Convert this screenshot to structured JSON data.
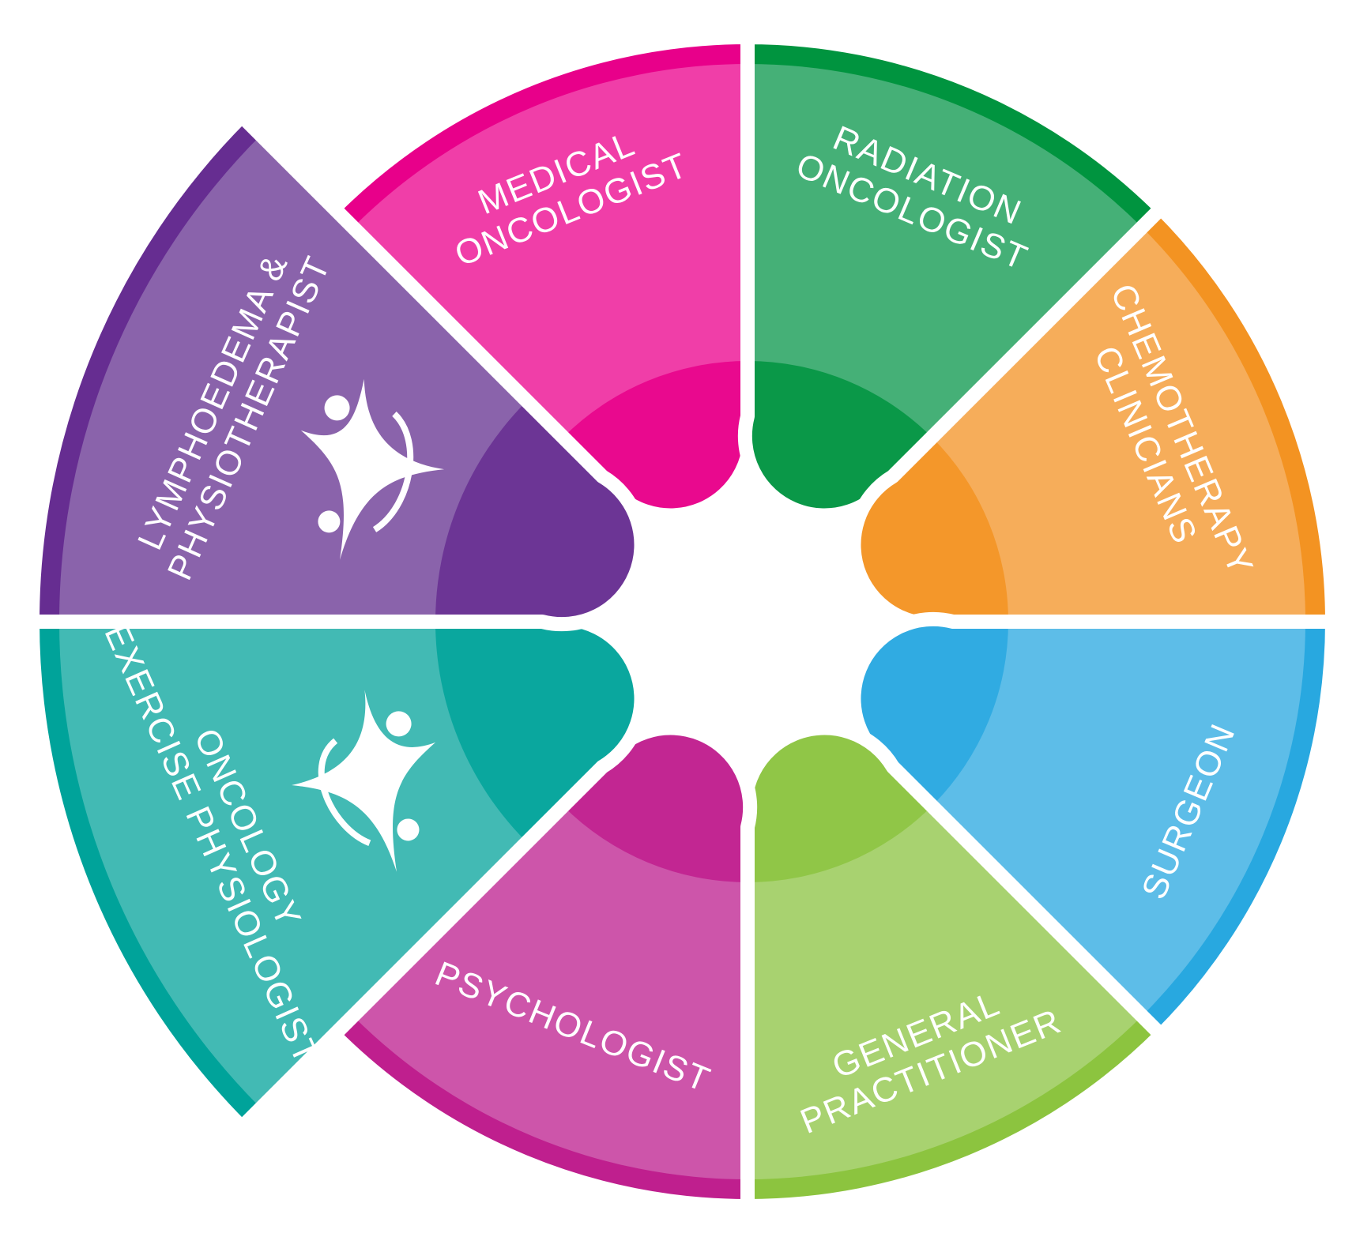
{
  "segments": [
    {
      "id": "medical",
      "lines": [
        "MEDICAL",
        "ONCOLOGIST"
      ],
      "light": "#f03ea8",
      "dark": "#e8008a"
    },
    {
      "id": "radiation",
      "lines": [
        "RADIATION",
        "ONCOLOGIST"
      ],
      "light": "#45b077",
      "dark": "#00943f"
    },
    {
      "id": "chemo",
      "lines": [
        "CHEMOTHERAPY",
        "CLINICIANS"
      ],
      "light": "#f6ad5a",
      "dark": "#f39322"
    },
    {
      "id": "surgeon",
      "lines": [
        "SURGEON"
      ],
      "light": "#5dbde8",
      "dark": "#28a8e0"
    },
    {
      "id": "gp",
      "lines": [
        "GENERAL",
        "PRACTITIONER"
      ],
      "light": "#a8d270",
      "dark": "#8cc43f"
    },
    {
      "id": "psychologist",
      "lines": [
        "PSYCHOLOGIST"
      ],
      "light": "#cd55aa",
      "dark": "#bf1f8e"
    },
    {
      "id": "exercise",
      "lines": [
        "ONCOLOGY",
        "EXERCISE PHYSIOLOGIST"
      ],
      "light": "#42bab4",
      "dark": "#00a39a"
    },
    {
      "id": "lymph",
      "lines": [
        "LYMPHOEDEMA &",
        "PHYSIOTHERAPIST"
      ],
      "light": "#8a63ab",
      "dark": "#662d91"
    }
  ]
}
